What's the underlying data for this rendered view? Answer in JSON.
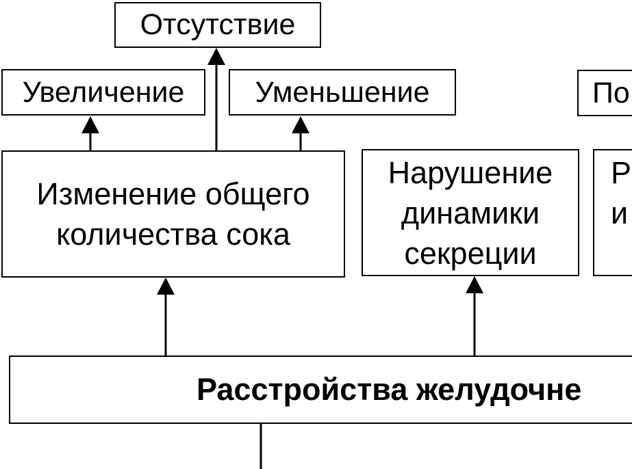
{
  "diagram": {
    "colors": {
      "stroke": "#000000",
      "background": "#ffffff"
    },
    "nodes": {
      "absence": {
        "label": "Отсутствие"
      },
      "increase": {
        "label": "Увеличение"
      },
      "decrease": {
        "label": "Уменьшение"
      },
      "right_top": {
        "label": "По"
      },
      "total_amount": {
        "lines": [
          "Изменение общего",
          "количества сока"
        ]
      },
      "secretion_dynamics": {
        "lines": [
          "Нарушение",
          "динамики",
          "секреции"
        ]
      },
      "right_middle": {
        "lines": [
          "Р",
          "и"
        ]
      },
      "disorders": {
        "label": "Расстройства желудочне"
      }
    }
  }
}
